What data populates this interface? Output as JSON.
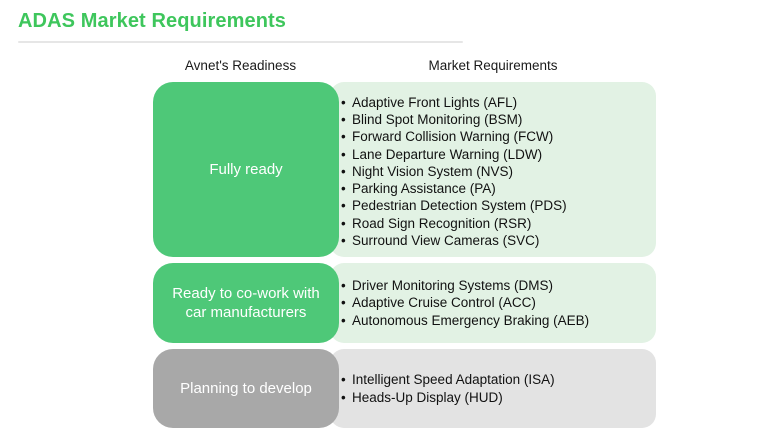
{
  "page": {
    "title": "ADAS Market Requirements"
  },
  "colors": {
    "title_green": "#3ec65c",
    "box_green": "#4ec878",
    "box_gray": "#a8a8a8",
    "panel_green": "#e2f2e4",
    "panel_gray": "#e3e3e3"
  },
  "headers": {
    "readiness": "Avnet's Readiness",
    "requirements": "Market Requirements"
  },
  "rows": [
    {
      "label": "Fully ready",
      "items": [
        "Adaptive Front Lights (AFL)",
        "Blind Spot Monitoring (BSM)",
        "Forward Collision Warning (FCW)",
        "Lane Departure Warning (LDW)",
        "Night Vision System (NVS)",
        "Parking Assistance (PA)",
        "Pedestrian Detection System (PDS)",
        "Road Sign Recognition (RSR)",
        "Surround View Cameras (SVC)"
      ]
    },
    {
      "label": "Ready to co-work with car manufacturers",
      "items": [
        "Driver Monitoring Systems (DMS)",
        "Adaptive Cruise Control (ACC)",
        "Autonomous Emergency Braking (AEB)"
      ]
    },
    {
      "label": "Planning to develop",
      "items": [
        "Intelligent Speed Adaptation (ISA)",
        "Heads-Up Display (HUD)"
      ]
    }
  ]
}
